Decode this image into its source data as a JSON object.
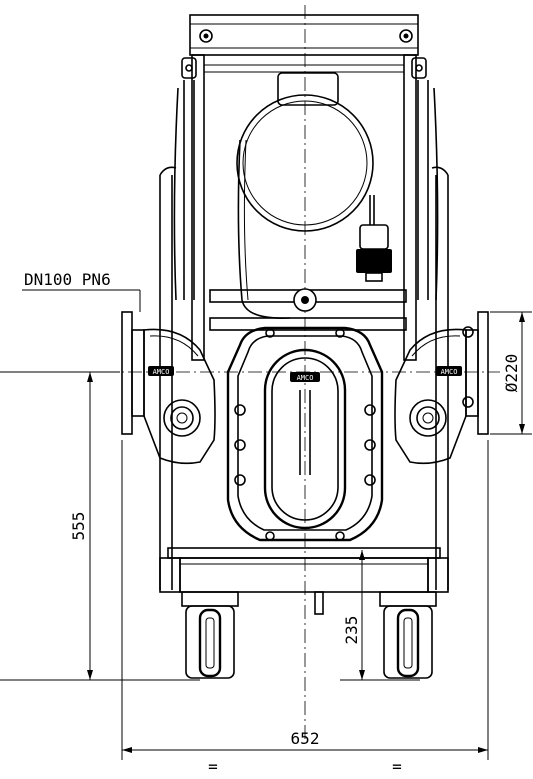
{
  "drawing": {
    "flange_note": "DN100 PN6",
    "dimensions": {
      "flange_diameter": "Ø220",
      "height_flange_axis": "555",
      "height_outlet": "235",
      "overall_width": "652",
      "symmetry_left": "=",
      "symmetry_right": "="
    },
    "brand_logos": [
      "AMCO",
      "AMCO",
      "AMCO"
    ]
  }
}
